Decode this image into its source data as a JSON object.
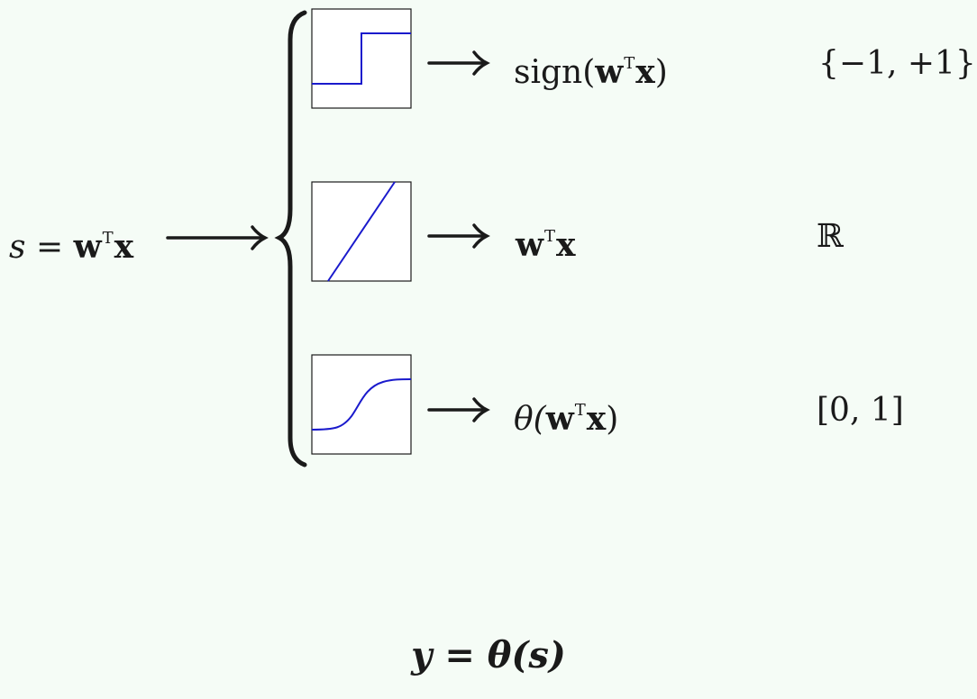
{
  "input": {
    "lhs": "s",
    "eq": "=",
    "vector_w": "w",
    "transpose": "T",
    "vector_x": "x"
  },
  "branches": [
    {
      "curve": "step-icon",
      "output_prefix": "sign(",
      "output_w": "w",
      "output_t": "T",
      "output_x": "x",
      "output_suffix": ")",
      "range": "{−1, +1}"
    },
    {
      "curve": "linear-icon",
      "output_prefix": "",
      "output_w": "w",
      "output_t": "T",
      "output_x": "x",
      "output_suffix": "",
      "range": "ℝ"
    },
    {
      "curve": "sigmoid-icon",
      "output_prefix": "θ(",
      "output_w": "w",
      "output_t": "T",
      "output_x": "x",
      "output_suffix": ")",
      "range": "[0, 1]"
    }
  ],
  "bottom": "y = θ(s)",
  "colors": {
    "background": "#f5fcf6",
    "curve": "#1a1acc",
    "ink": "#1a1a1a"
  }
}
